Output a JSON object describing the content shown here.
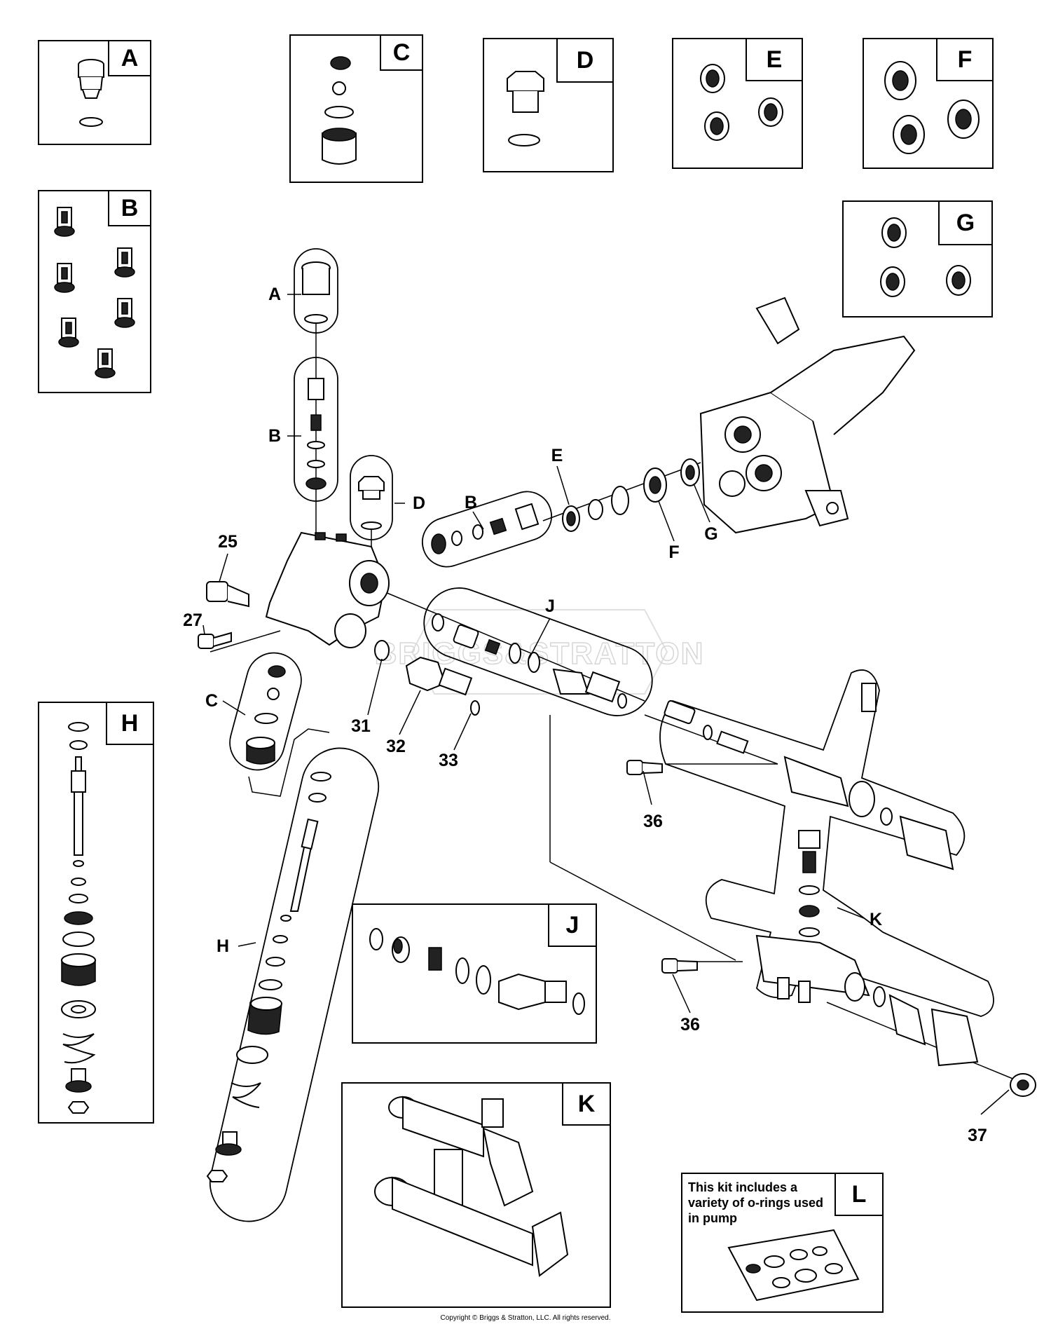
{
  "diagram": {
    "kit_boxes": [
      {
        "label": "A"
      },
      {
        "label": "B"
      },
      {
        "label": "C"
      },
      {
        "label": "D"
      },
      {
        "label": "E"
      },
      {
        "label": "F"
      },
      {
        "label": "G"
      },
      {
        "label": "H"
      },
      {
        "label": "J"
      },
      {
        "label": "K"
      },
      {
        "label": "L"
      }
    ],
    "callouts": [
      {
        "label": "A"
      },
      {
        "label": "B"
      },
      {
        "label": "D"
      },
      {
        "label": "B"
      },
      {
        "label": "E"
      },
      {
        "label": "F"
      },
      {
        "label": "G"
      },
      {
        "label": "25"
      },
      {
        "label": "27"
      },
      {
        "label": "J"
      },
      {
        "label": "C"
      },
      {
        "label": "31"
      },
      {
        "label": "32"
      },
      {
        "label": "33"
      },
      {
        "label": "36"
      },
      {
        "label": "36"
      },
      {
        "label": "K"
      },
      {
        "label": "H"
      },
      {
        "label": "37"
      }
    ],
    "kit_l_text": [
      "This kit includes a",
      "variety of o-rings used",
      "in pump"
    ],
    "watermark": "BRIGGS&STRATTON",
    "copyright": "Copyright © Briggs & Stratton, LLC. All rights reserved."
  }
}
